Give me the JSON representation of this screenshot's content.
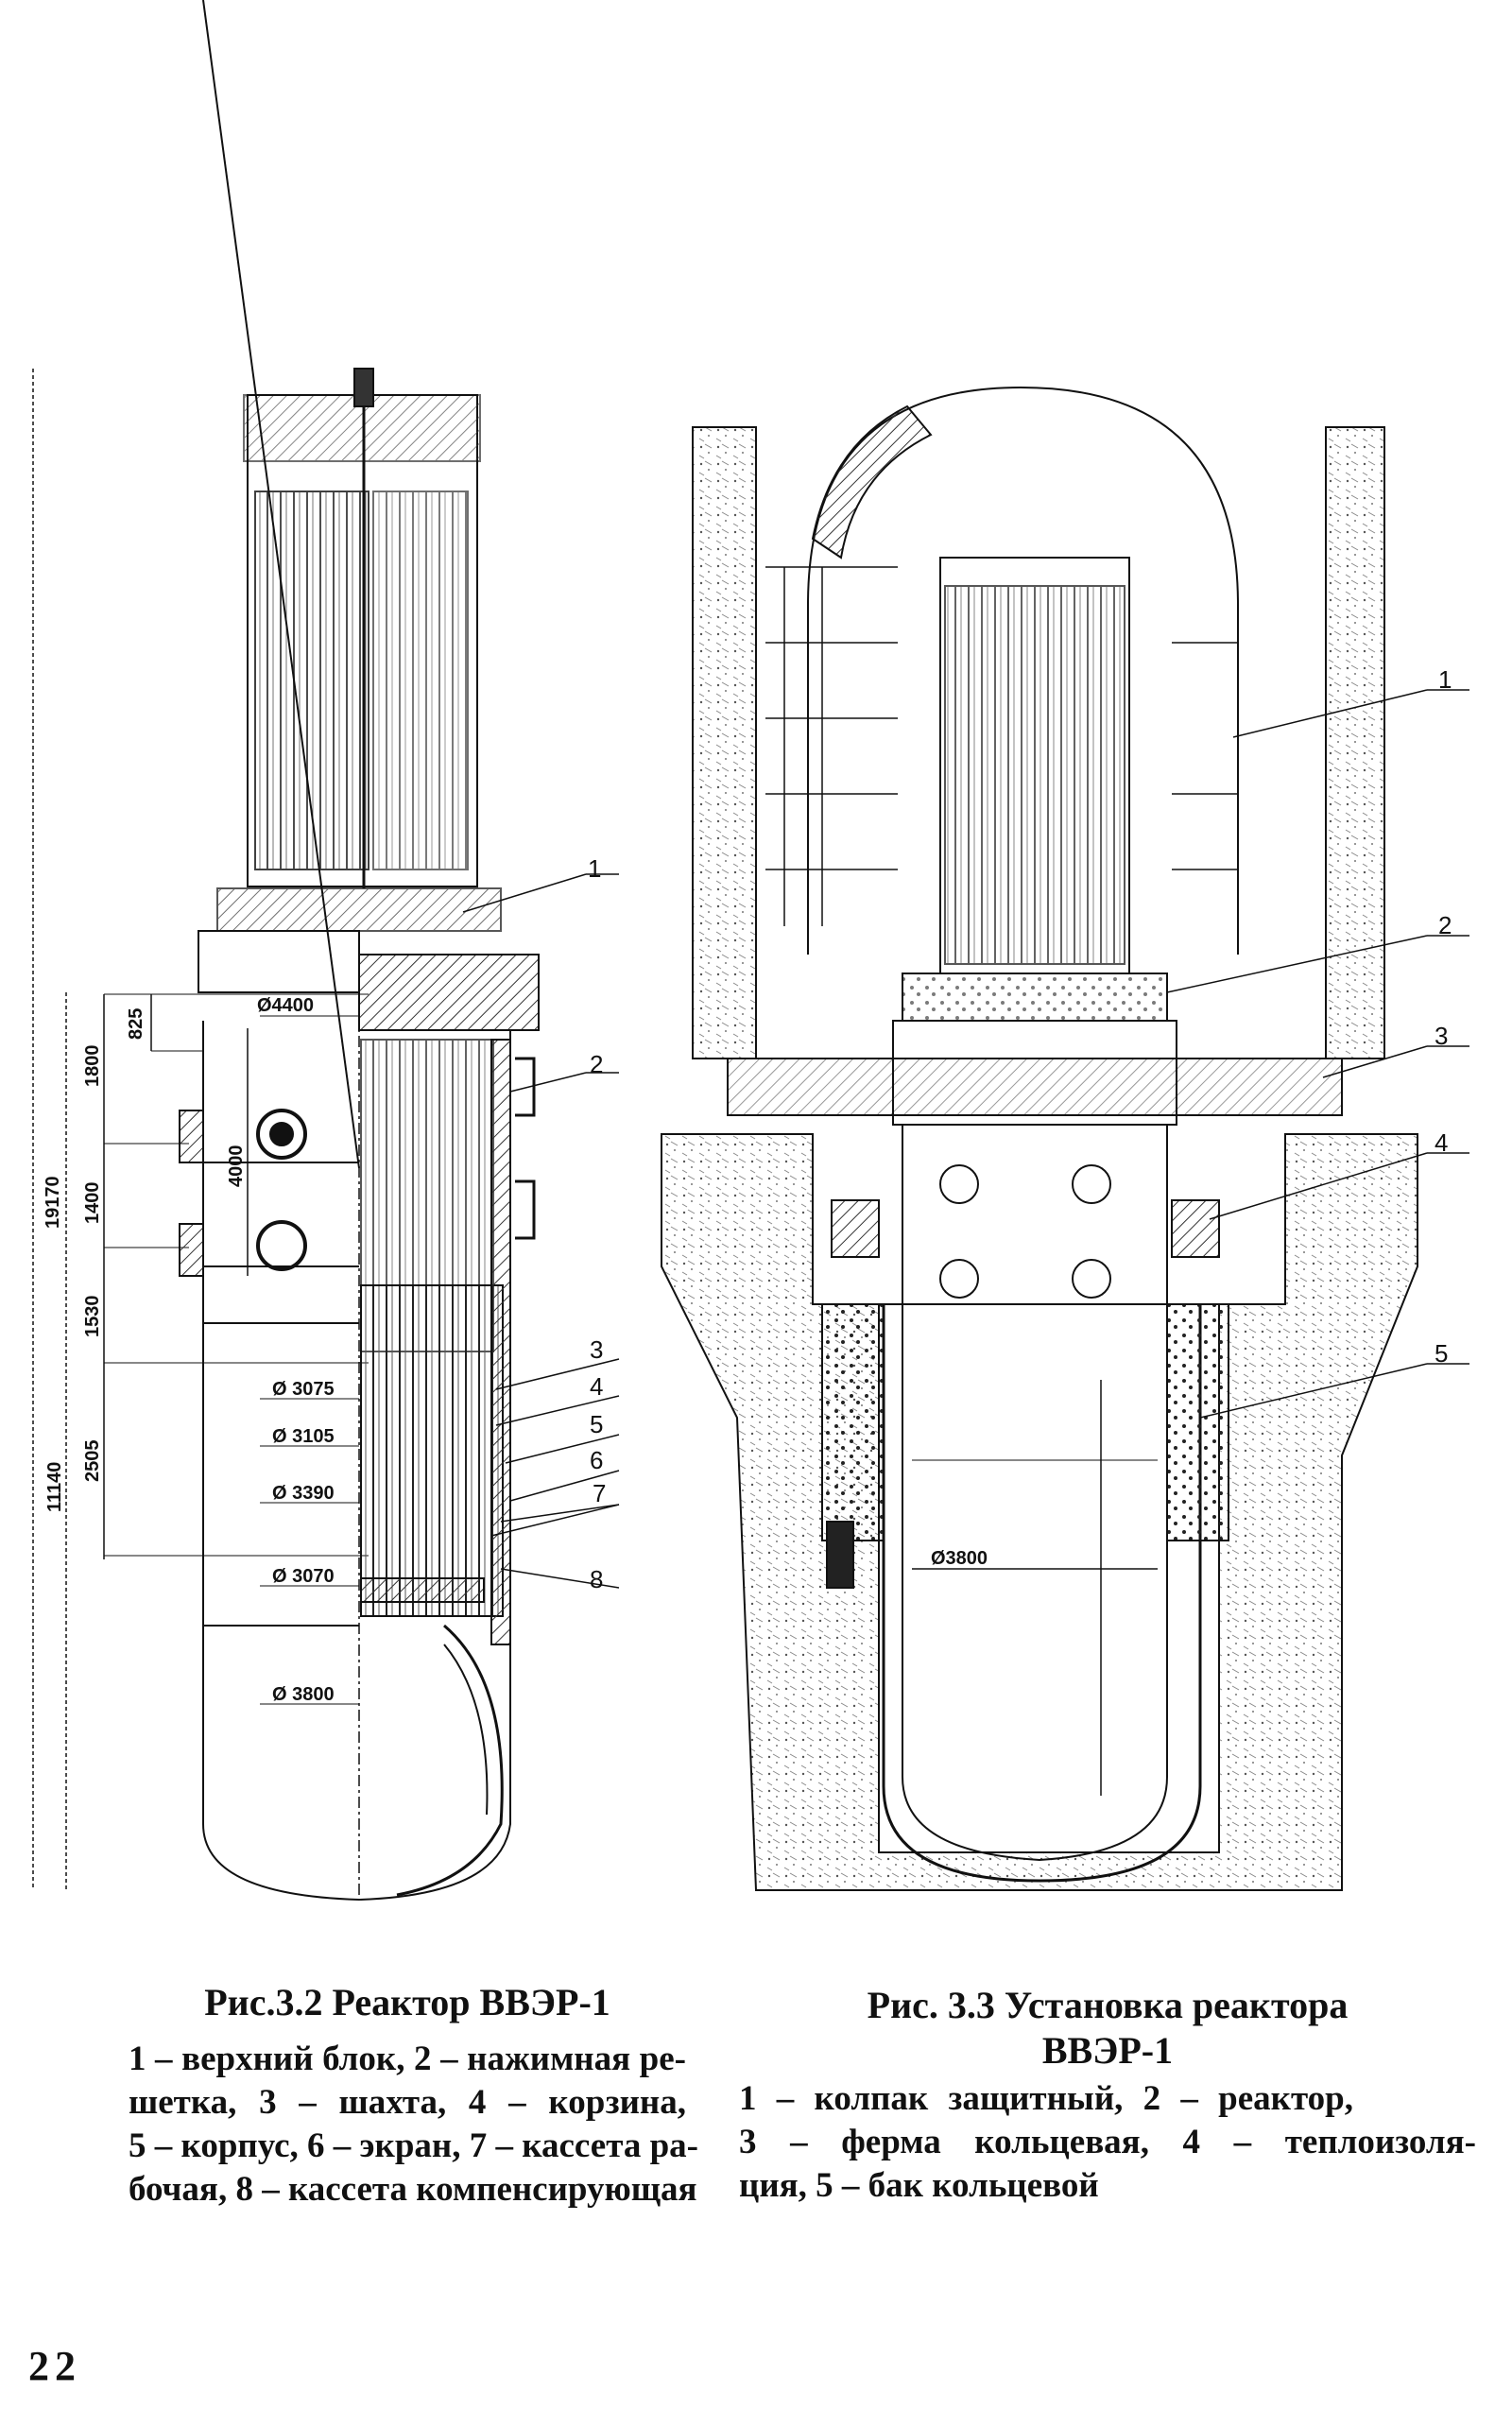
{
  "figure_left": {
    "dimensions": {
      "overall_height": "19170",
      "lower_height": "11140",
      "d1800": "1800",
      "d825": "825",
      "d1400": "1400",
      "d1530": "1530",
      "d2505": "2505",
      "d4000": "4000",
      "dia4400": "Ø4400",
      "dia3075": "Ø 3075",
      "dia3105": "Ø 3105",
      "dia3390": "Ø 3390",
      "dia3070": "Ø 3070",
      "dia3800": "Ø 3800"
    },
    "callouts": [
      "1",
      "2",
      "3",
      "4",
      "5",
      "6",
      "7",
      "8"
    ],
    "caption": {
      "title": "Рис.3.2 Реактор ВВЭР-1",
      "lines": [
        "1 – верхний блок, 2 – нажимная ре-",
        "шетка, 3 – шахта, 4 – корзина,",
        "5 – корпус, 6 – экран, 7 – кассета ра-",
        "бочая, 8 – кассета компенсирующая"
      ]
    }
  },
  "figure_right": {
    "dimensions": {
      "dia3800": "Ø3800"
    },
    "callouts": [
      "1",
      "2",
      "3",
      "4",
      "5"
    ],
    "caption": {
      "title_line1": "Рис. 3.3 Установка реактора",
      "title_line2": "ВВЭР-1",
      "lines": [
        "1 – колпак защитный, 2 – реактор,",
        "3 – ферма кольцевая, 4 – теплоизоля-",
        "ция, 5 – бак кольцевой"
      ]
    }
  },
  "page_number": "22"
}
